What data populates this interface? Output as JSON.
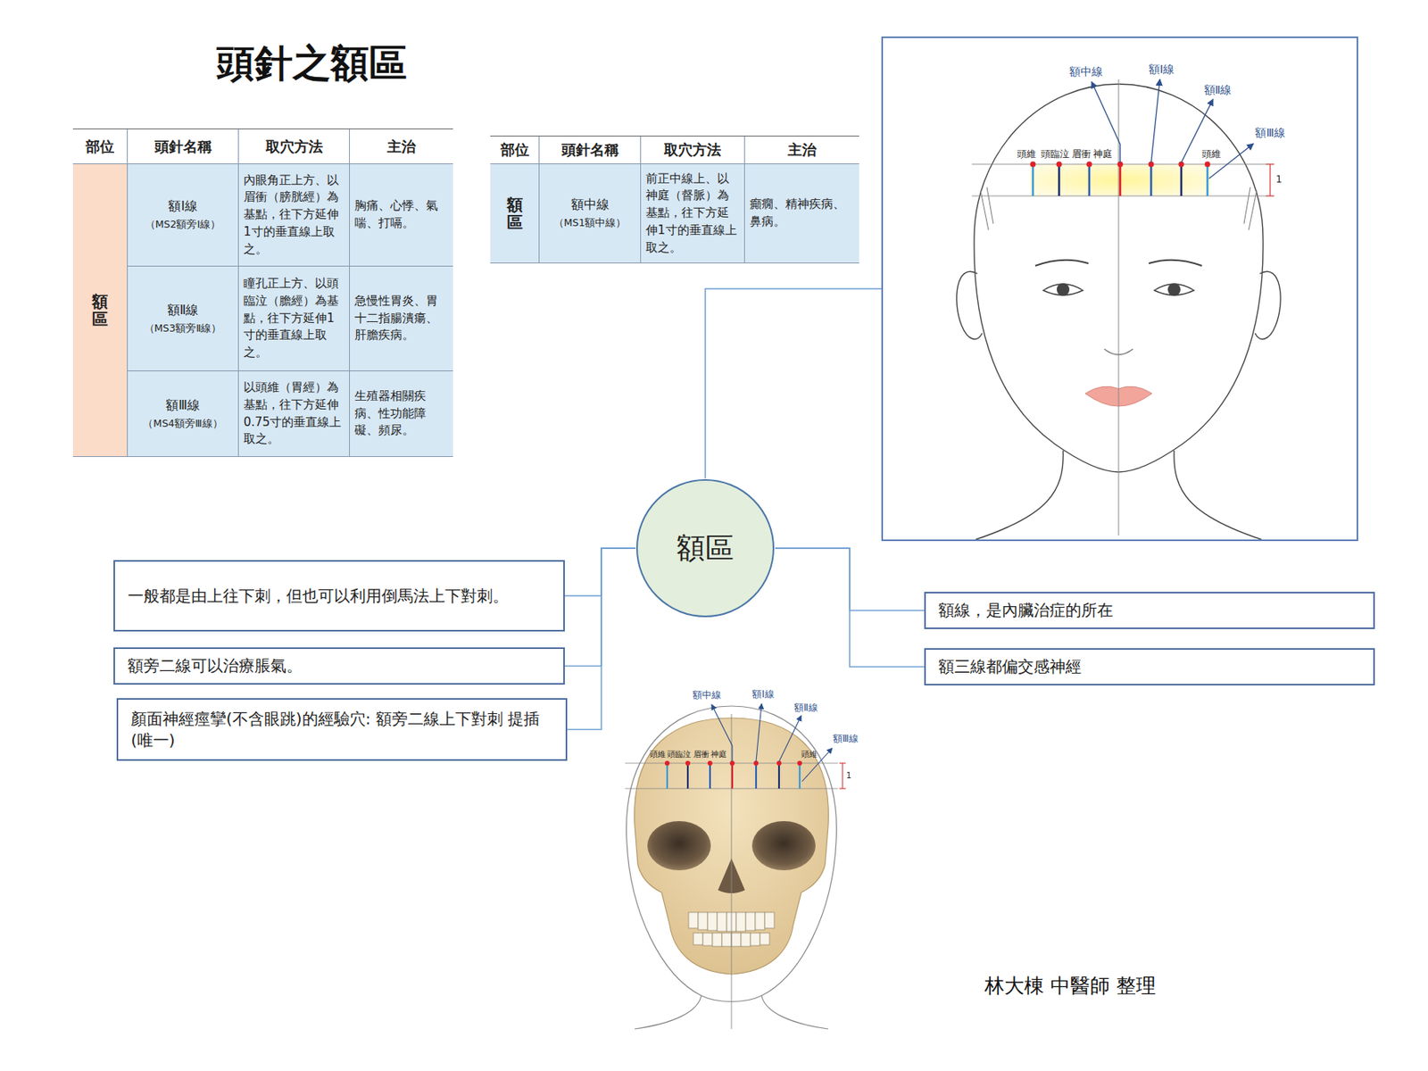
{
  "diagram": {
    "title": "頭針之額區",
    "nodes": [
      {
        "text": [
          "額中線",
          "額Ⅰ線",
          "額Ⅱ線",
          "額Ⅲ線",
          "頭維",
          "頭臨泣",
          "眉衝",
          "神庭",
          "頭維",
          "1"
        ]
      },
      {
        "text": [
          "額區"
        ]
      },
      {
        "text": [
          "一般都是由上往下刺，但也可以利用倒馬法上下對刺。"
        ]
      },
      {
        "text": [
          "額旁二線可以治療脹氣。"
        ]
      },
      {
        "text": [
          "顏面神經痙攣(不含眼跳)的經驗穴: 額旁二線上下對刺 提插(唯一)"
        ]
      },
      {
        "text": [
          "額線，是內臟治症的所在"
        ]
      },
      {
        "text": [
          "額三線都偏交感神經"
        ]
      }
    ],
    "edges": [
      {
        "from": 1,
        "to": 0,
        "arrow": "none"
      },
      {
        "from": 1,
        "to": 2,
        "arrow": "none"
      },
      {
        "from": 1,
        "to": 3,
        "arrow": "none"
      },
      {
        "from": 1,
        "to": 4,
        "arrow": "none"
      },
      {
        "from": 1,
        "to": 5,
        "arrow": "none"
      },
      {
        "from": 1,
        "to": 6,
        "arrow": "none"
      }
    ],
    "labels": [
      "部位",
      "頭針名稱",
      "取穴方法",
      "主治",
      "額區",
      "額Ⅰ線",
      "（MS2額旁Ⅰ線）",
      "內眼角正上方、以眉衝（膀胱經）為基點，往下方延伸1寸的垂直線上取之。",
      "胸痛、心悸、氣喘、打嗝。",
      "額Ⅱ線",
      "（MS3額旁Ⅱ線）",
      "瞳孔正上方、以頭臨泣（膽經）為基點，往下方延伸1寸的垂直線上取之。",
      "急慢性胃炎、胃十二指腸潰瘍、肝膽疾病。",
      "額Ⅲ線",
      "（MS4額旁Ⅲ線）",
      "以頭維（胃經）為基點，往下方延伸0.75寸的垂直線上取之。",
      "生殖器相關疾病、性功能障礙、頻尿。",
      "部位",
      "頭針名稱",
      "取穴方法",
      "主治",
      "額區",
      "額中線",
      "（MS1額中線）",
      "前正中線上、以神庭（督脈）為基點，往下方延伸1寸的垂直線上取之。",
      "癲癇、精神疾病、鼻病。",
      "額中線",
      "額Ⅰ線",
      "額Ⅱ線",
      "額Ⅲ線",
      "頭維",
      "頭臨泣",
      "眉衝",
      "神庭",
      "頭維",
      "1",
      "林大棟 中醫師 整理"
    ]
  }
}
